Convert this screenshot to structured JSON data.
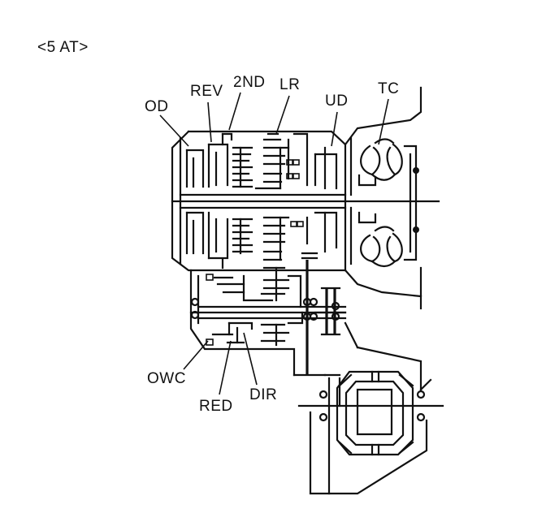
{
  "title": "<5 AT>",
  "labels": {
    "od": "OD",
    "rev": "REV",
    "second": "2ND",
    "lr": "LR",
    "ud": "UD",
    "tc": "TC",
    "owc": "OWC",
    "red": "RED",
    "dir": "DIR"
  }
}
